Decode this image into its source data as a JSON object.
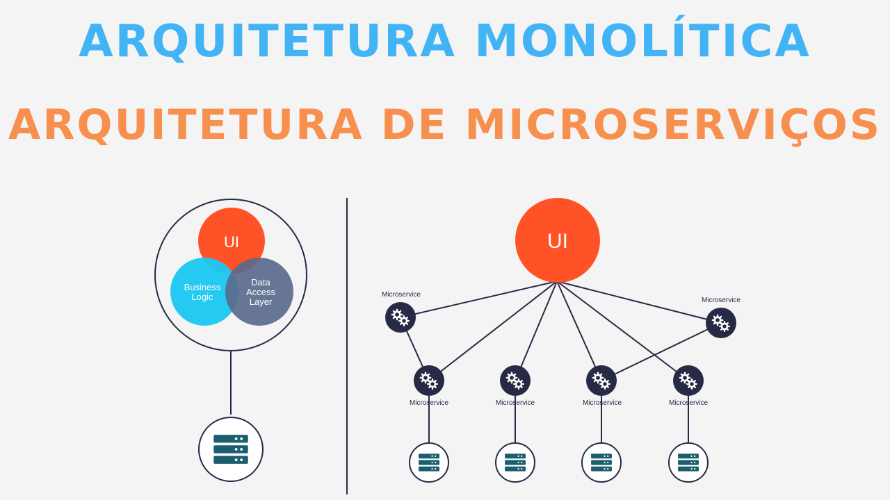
{
  "titles": {
    "monolithic": "ARQUITETURA MONOLÍTICA",
    "microservices": "ARQUITETURA DE MICROSERVIÇOS"
  },
  "monolith": {
    "ui_label": "UI",
    "business_logic": [
      "Business",
      "Logic"
    ],
    "data_access_layer": [
      "Data",
      "Access",
      "Layer"
    ]
  },
  "microservices_diagram": {
    "ui_label": "UI",
    "service_label": "Microservice",
    "services": [
      {
        "id": "top-left",
        "label": "Microservice",
        "has_database": false
      },
      {
        "id": "top-right",
        "label": "Microservice",
        "has_database": false
      },
      {
        "id": "bottom-1",
        "label": "Microservice",
        "has_database": true
      },
      {
        "id": "bottom-2",
        "label": "Microservice",
        "has_database": true
      },
      {
        "id": "bottom-3",
        "label": "Microservice",
        "has_database": true
      },
      {
        "id": "bottom-4",
        "label": "Microservice",
        "has_database": true
      }
    ]
  },
  "colors": {
    "title_monolithic": "#42b4f5",
    "title_microservices": "#f7904e",
    "ui_circle": "#ff5226",
    "business_logic_circle": "#1cc8f2",
    "data_access_circle": "#5a6a8c",
    "service_node": "#262a45",
    "database_icon": "#1b5e6e",
    "line": "#262a45"
  },
  "icons": {
    "service": "gears-icon",
    "database": "server-stack-icon"
  }
}
